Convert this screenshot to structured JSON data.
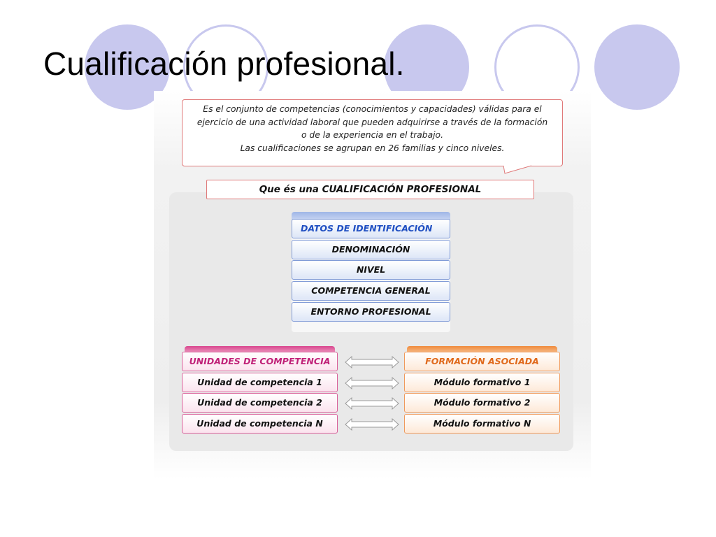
{
  "slide": {
    "title": "Cualificación profesional."
  },
  "definition": {
    "lines": [
      "Es el conjunto de competencias (conocimientos y capacidades) válidas para el",
      "ejercicio de una actividad laboral que pueden adquirirse a través de la formación",
      "o de la experiencia en el trabajo.",
      "Las cualificaciones se agrupan en 26 familias y cinco niveles."
    ]
  },
  "banner": "Que és una CUALIFICACIÓN PROFESIONAL",
  "identificacion": {
    "header": "DATOS DE IDENTIFICACIÓN",
    "items": [
      "DENOMINACIÓN",
      "NIVEL",
      "COMPETENCIA GENERAL",
      "ENTORNO PROFESIONAL"
    ]
  },
  "unidades": {
    "header": "UNIDADES DE COMPETENCIA",
    "items": [
      "Unidad de competencia 1",
      "Unidad de competencia 2",
      "Unidad de competencia N"
    ]
  },
  "formacion": {
    "header": "FORMACIÓN ASOCIADA",
    "items": [
      "Módulo formativo 1",
      "Módulo formativo 2",
      "Módulo formativo N"
    ]
  },
  "colors": {
    "circle": "#c8c8ee",
    "blue_accent": "#1f4fc2",
    "pink_accent": "#c02278",
    "orange_accent": "#e06a1c",
    "border_red": "#e07a7a"
  }
}
